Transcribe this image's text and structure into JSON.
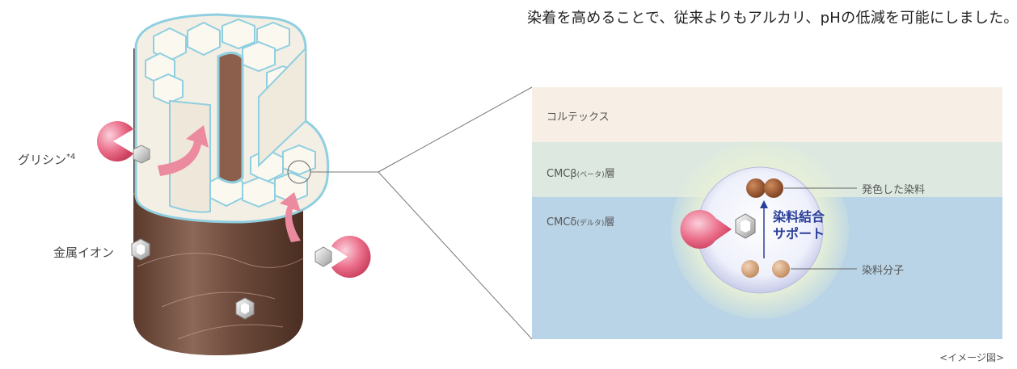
{
  "headline": "染着を高めることで、従来よりもアルカリ、pHの低減を可能にしました。",
  "caption": "<イメージ図>",
  "hair": {
    "glycine_label": "グリシン",
    "glycine_note": "*4",
    "metal_ion_label": "金属イオン"
  },
  "panel": {
    "layer_cortex": "コルテックス",
    "layer_cmc_beta": "CMCβ",
    "layer_cmc_beta_reading": "(ベータ)",
    "layer_cmc_beta_suffix": "層",
    "layer_cmc_delta": "CMCδ",
    "layer_cmc_delta_reading": "(デルタ)",
    "layer_cmc_delta_suffix": "層",
    "support_line1": "染料結合",
    "support_line2": "サポート",
    "colored_dye_label": "発色した染料",
    "dye_molecule_label": "染料分子"
  },
  "colors": {
    "cortex_bg": "#f7efe6",
    "beta_bg": "#dde9e0",
    "delta_bg": "#b9d4e6",
    "hair_brown": "#6e4a3a",
    "arrow_pink": "#ec8aa0",
    "pacman_pink": "#e4607c",
    "cell_line": "#8fcfe0",
    "support_blue": "#2a3f9a"
  }
}
